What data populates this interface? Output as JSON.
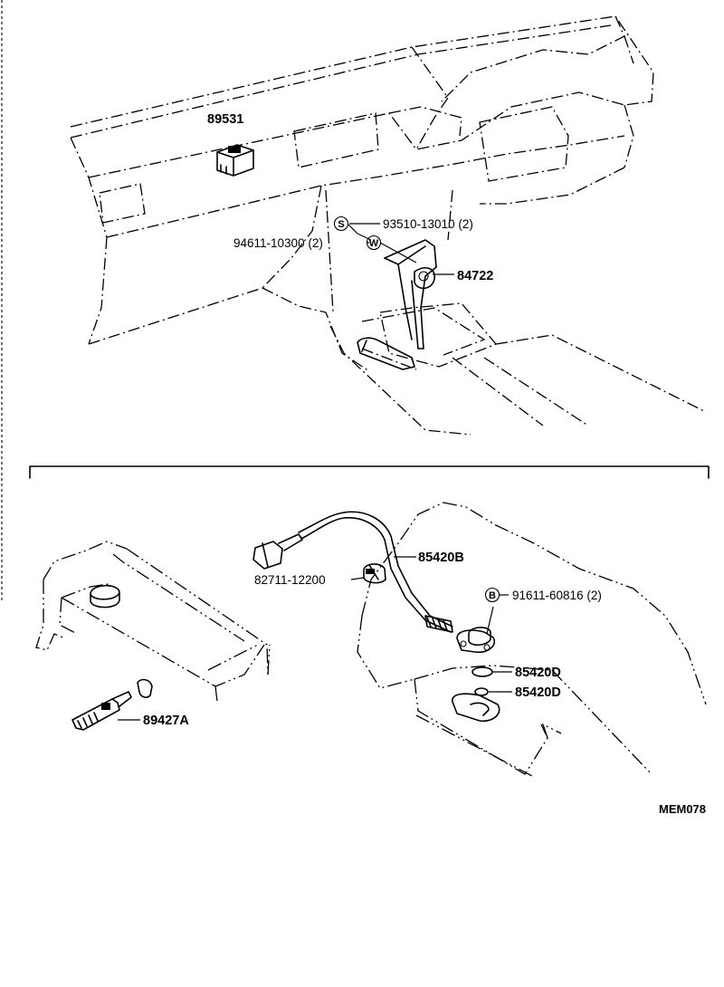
{
  "labels": {
    "p89531": "89531",
    "p93510": "93510-13010 (2)",
    "p94611": "94611-10300 (2)",
    "p84722": "84722",
    "p85420b": "85420B",
    "p82711": "82711-12200",
    "p91611": "91611-60816 (2)",
    "p85420d_1": "85420D",
    "p85420d_2": "85420D",
    "p89427a": "89427A",
    "figure_code": "MEM078"
  },
  "symbols": {
    "s": "S",
    "w": "W",
    "b": "B"
  }
}
